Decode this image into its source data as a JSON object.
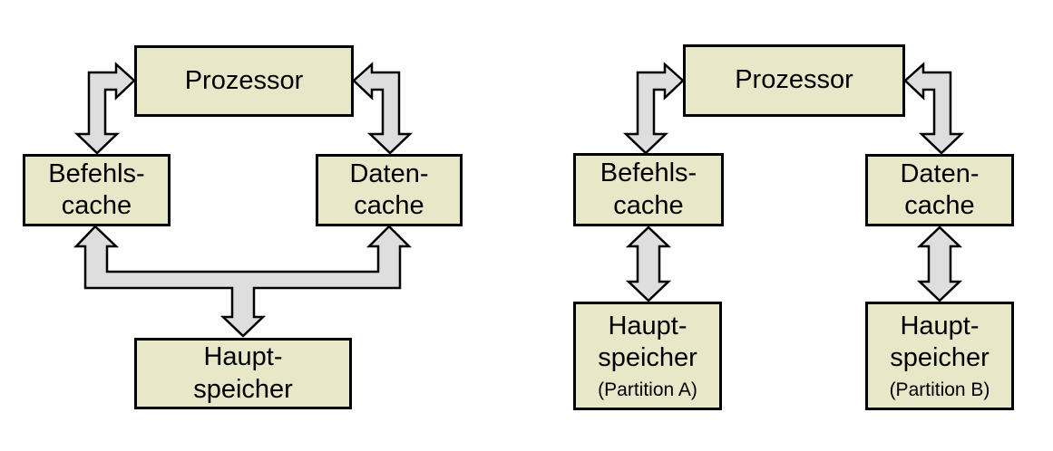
{
  "colors": {
    "background": "#ffffff",
    "box_fill": "#e8e8c8",
    "box_border": "#000000",
    "arrow_fill": "#dedede",
    "arrow_border": "#000000"
  },
  "left_diagram": {
    "prozessor": "Prozessor",
    "befehls_cache": "Befehls-\ncache",
    "daten_cache": "Daten-\ncache",
    "hauptspeicher": "Haupt-\nspeicher"
  },
  "right_diagram": {
    "prozessor": "Prozessor",
    "befehls_cache": "Befehls-\ncache",
    "daten_cache": "Daten-\ncache",
    "hauptspeicher_a": "Haupt-\nspeicher",
    "hauptspeicher_a_sub": "(Partition A)",
    "hauptspeicher_b": "Haupt-\nspeicher",
    "hauptspeicher_b_sub": "(Partition B)"
  }
}
